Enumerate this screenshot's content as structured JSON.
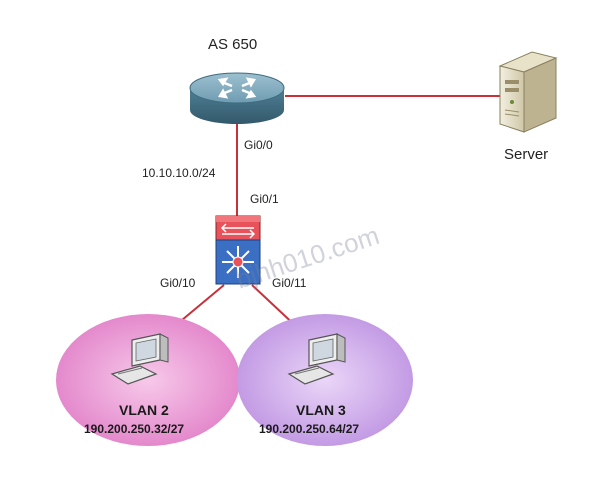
{
  "diagram": {
    "router": {
      "label": "AS 650",
      "port": "Gi0/0"
    },
    "server": {
      "label": "Server"
    },
    "link_router_switch": {
      "subnet": "10.10.10.0/24"
    },
    "switch": {
      "uplink_port": "Gi0/1",
      "port_left": "Gi0/10",
      "port_right": "Gi0/11"
    },
    "vlan_left": {
      "name": "VLAN 2",
      "network": "190.200.250.32/27"
    },
    "vlan_right": {
      "name": "VLAN 3",
      "network": "190.200.250.64/27"
    },
    "watermark": "bjhh010.com"
  },
  "colors": {
    "link": "#c8303a",
    "router": "#5a8aa0",
    "switch_top": "#e8525a",
    "switch_bottom": "#3a6fc4",
    "vlan_left_fill": "#e98bd0",
    "vlan_right_fill": "#c9a3e8"
  }
}
